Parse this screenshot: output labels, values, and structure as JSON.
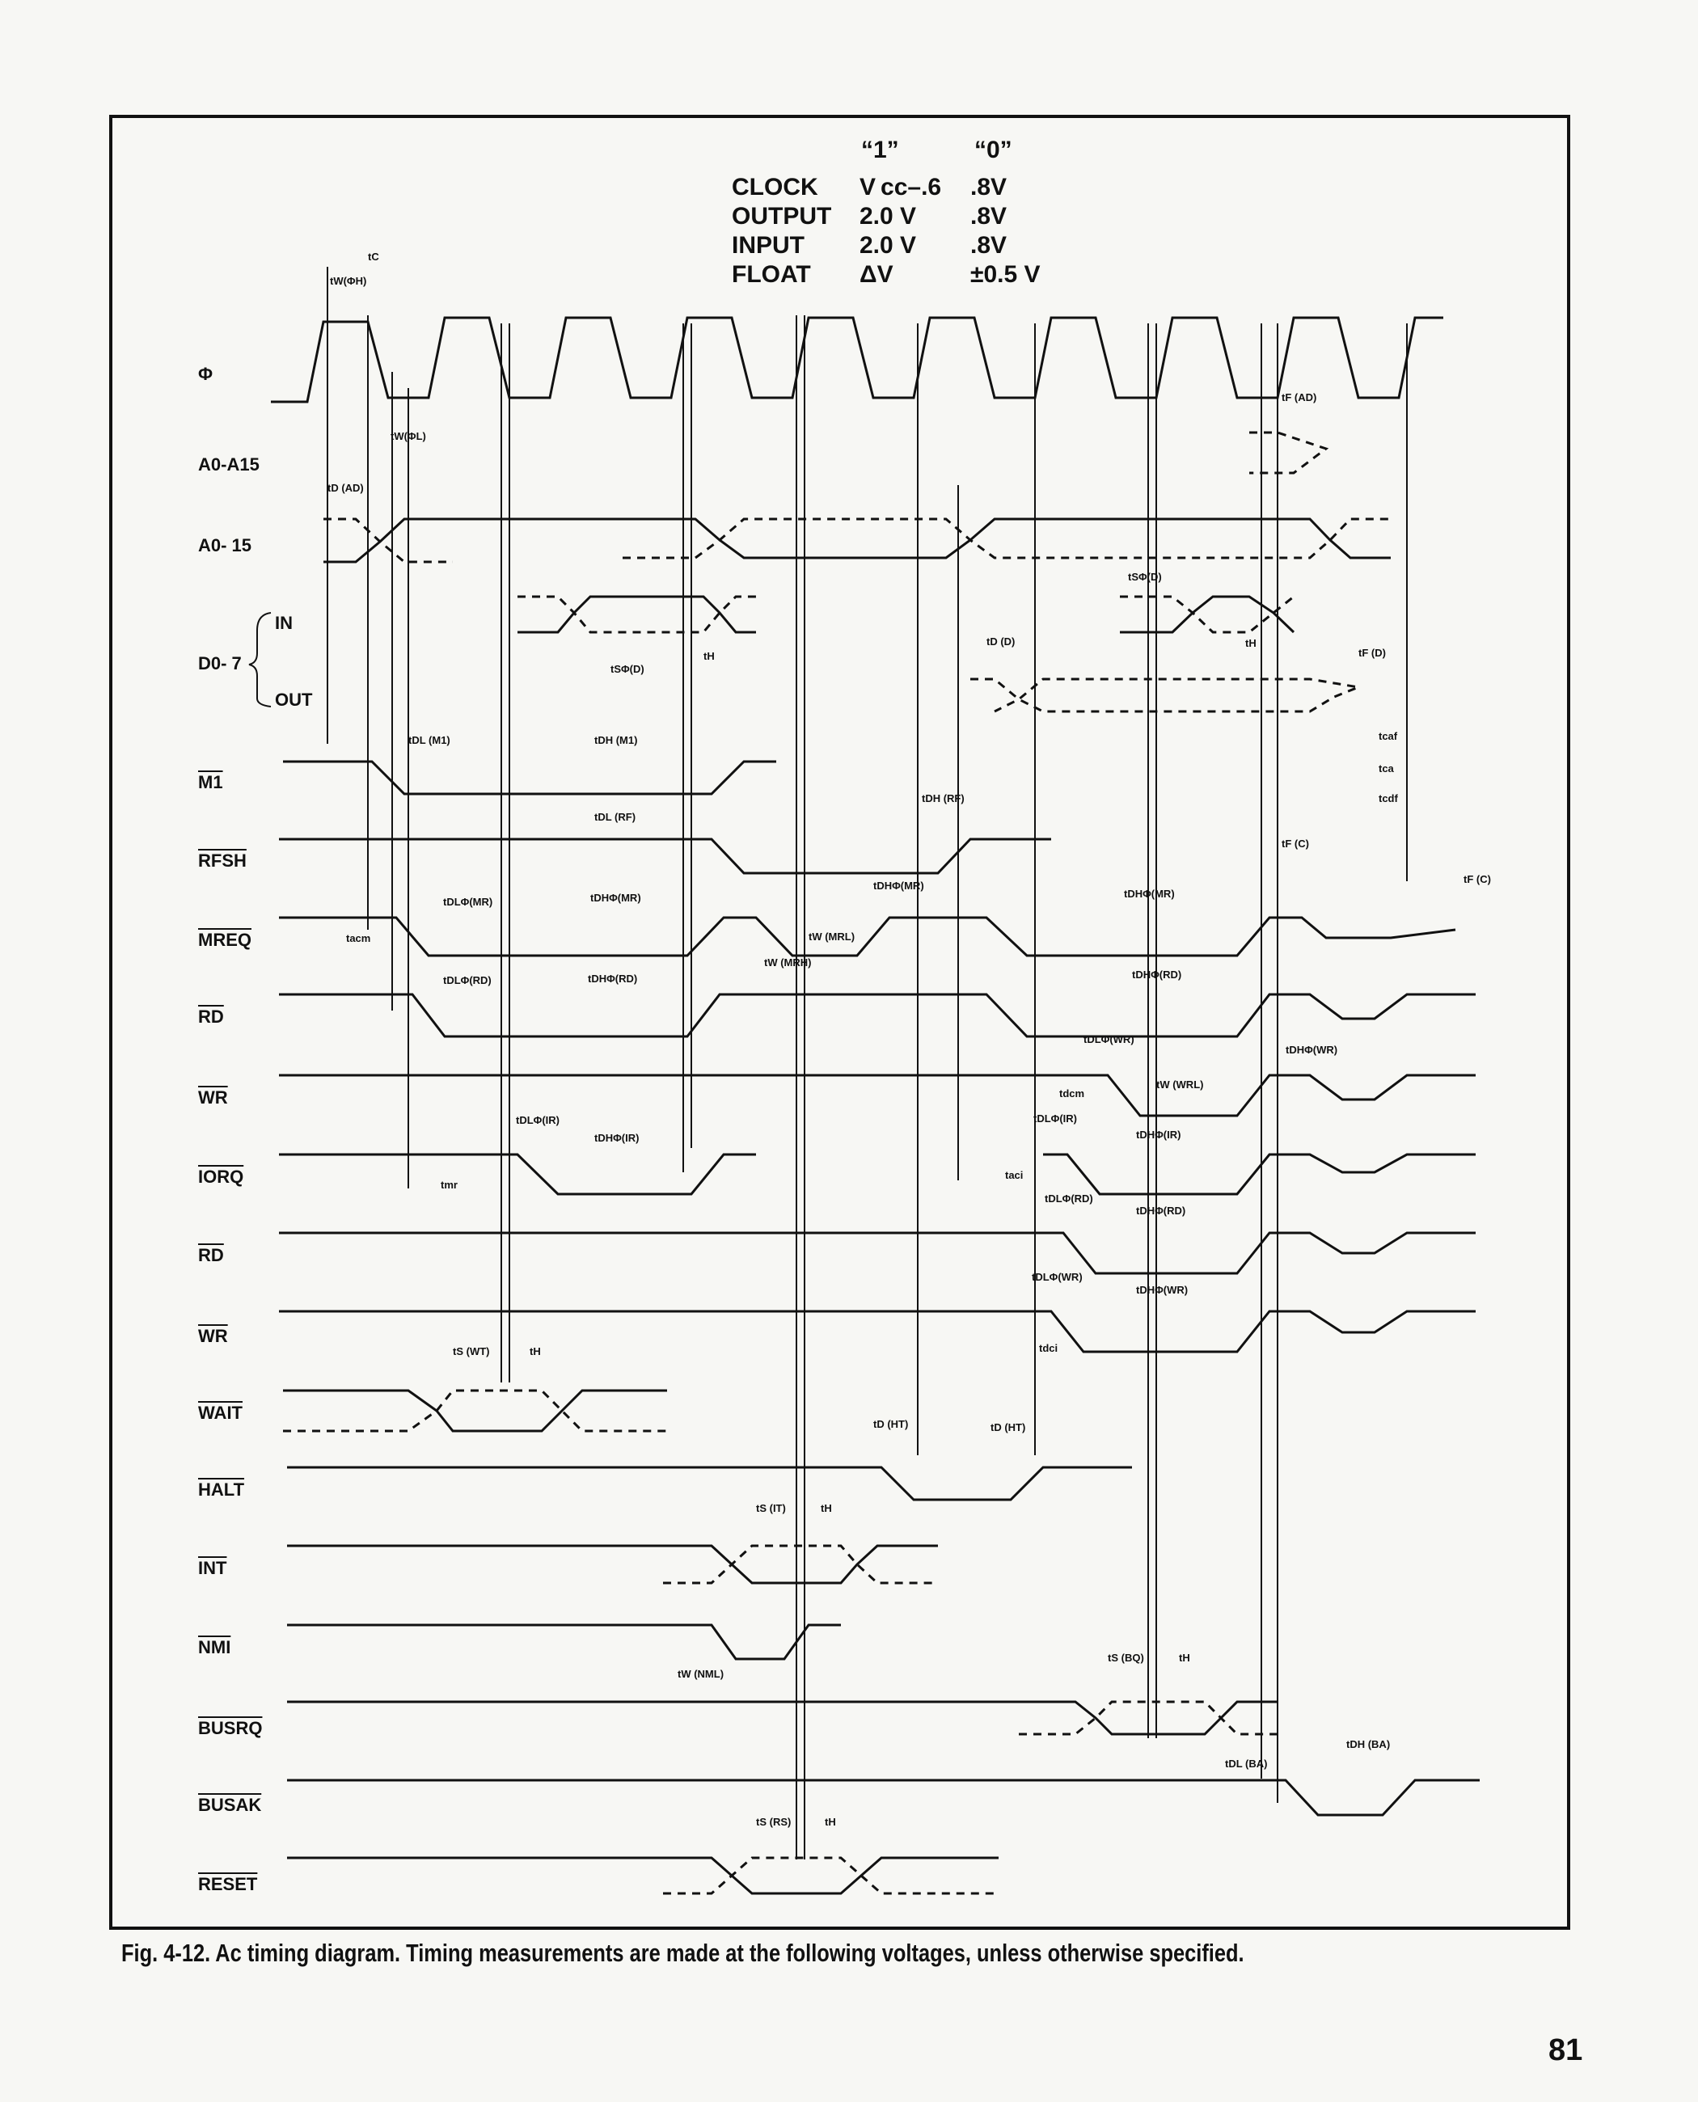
{
  "voltage_table": {
    "header_one": "“1”",
    "header_zero": "“0”",
    "rows": [
      {
        "label": "CLOCK",
        "one": "V cc–.6",
        "zero": ".8V"
      },
      {
        "label": "OUTPUT",
        "one": "2.0 V",
        "zero": ".8V"
      },
      {
        "label": "INPUT",
        "one": "2.0 V",
        "zero": ".8V"
      },
      {
        "label": "FLOAT",
        "one": "ΔV",
        "zero": "±0.5 V"
      }
    ]
  },
  "signals": {
    "phi": "Φ",
    "a_float": "A0-A15",
    "a": "A0- 15",
    "d": "D0- 7",
    "d_in": "IN",
    "d_out": "OUT",
    "m1": "M1",
    "rfsh": "RFSH",
    "mreq": "MREQ",
    "rd1": "RD",
    "wr1": "WR",
    "iorq": "IORQ",
    "rd2": "RD",
    "wr2": "WR",
    "wait": "WAIT",
    "halt": "HALT",
    "int": "INT",
    "nmi": "NMI",
    "busrq": "BUSRQ",
    "busak": "BUSAK",
    "reset": "RESET"
  },
  "timing_labels": {
    "tc": "tC",
    "tw_phi_h": "tW(ΦH)",
    "tw_phi_l": "tW(ΦL)",
    "td_ad": "tD (AD)",
    "tf_ad": "tF (AD)",
    "ts_phi_d_in": "tSΦ(D)",
    "th_d_in": "tH",
    "ts_phi_d": "tSΦ(D)",
    "th_d": "tH",
    "td_d": "tD (D)",
    "tf_d": "tF (D)",
    "tdl_m1": "tDL (M1)",
    "tdh_m1": "tDH (M1)",
    "tdl_rf": "tDL (RF)",
    "tdh_rf": "tDH (RF)",
    "tcaf": "tcaf",
    "tca": "tca",
    "tcdf": "tcdf",
    "tf_c": "tF (C)",
    "tf_c2": "tF (C)",
    "tdl_phi_mr": "tDLΦ(MR)",
    "tdh_phi_mr": "tDHΦ(MR)",
    "tdh_phi_mr2": "tDHΦ(MR)",
    "tdh_phi_mr3": "tDHΦ(MR)",
    "tacm": "tacm",
    "tw_mrl": "tW (MRL)",
    "tw_mrh": "tW (MRH)",
    "tdl_phi_rd": "tDLΦ(RD)",
    "tdh_phi_rd": "tDHΦ(RD)",
    "tdh_phi_rd2": "tDHΦ(RD)",
    "tdl_phi_wr": "tDLΦ(WR)",
    "tdh_phi_wr": "tDHΦ(WR)",
    "tdcm": "tdcm",
    "tw_wrl": "tW (WRL)",
    "tdl_phibar_ir": "tDLΦ(IR)",
    "tdh_phi_ir": "tDHΦ(IR)",
    "tdl_phi_ir": "tDLΦ(IR)",
    "tdh_phi_ir2": "tDHΦ(IR)",
    "tmr": "tmr",
    "taci": "taci",
    "tdl_phi_rd2": "tDLΦ(RD)",
    "tdh_phi_rd3": "tDHΦ(RD)",
    "tdl_phi_wr2": "tDLΦ(WR)",
    "tdh_phi_wr2": "tDHΦ(WR)",
    "tdci": "tdci",
    "ts_wt": "tS (WT)",
    "th_wt": "tH",
    "td_ht": "tD (HT)",
    "td_ht2": "tD (HT)",
    "ts_it": "tS (IT)",
    "th_it": "tH",
    "tw_nml": "tW (NML)",
    "ts_bq": "tS (BQ)",
    "th_bq": "tH",
    "tdl_ba": "tDL (BA)",
    "tdh_ba": "tDH (BA)",
    "ts_rs": "tS (RS)",
    "th_rs": "tH"
  },
  "caption": "Fig. 4-12. Ac timing diagram. Timing measurements are made at the following voltages, unless otherwise specified.",
  "page_number": "81"
}
